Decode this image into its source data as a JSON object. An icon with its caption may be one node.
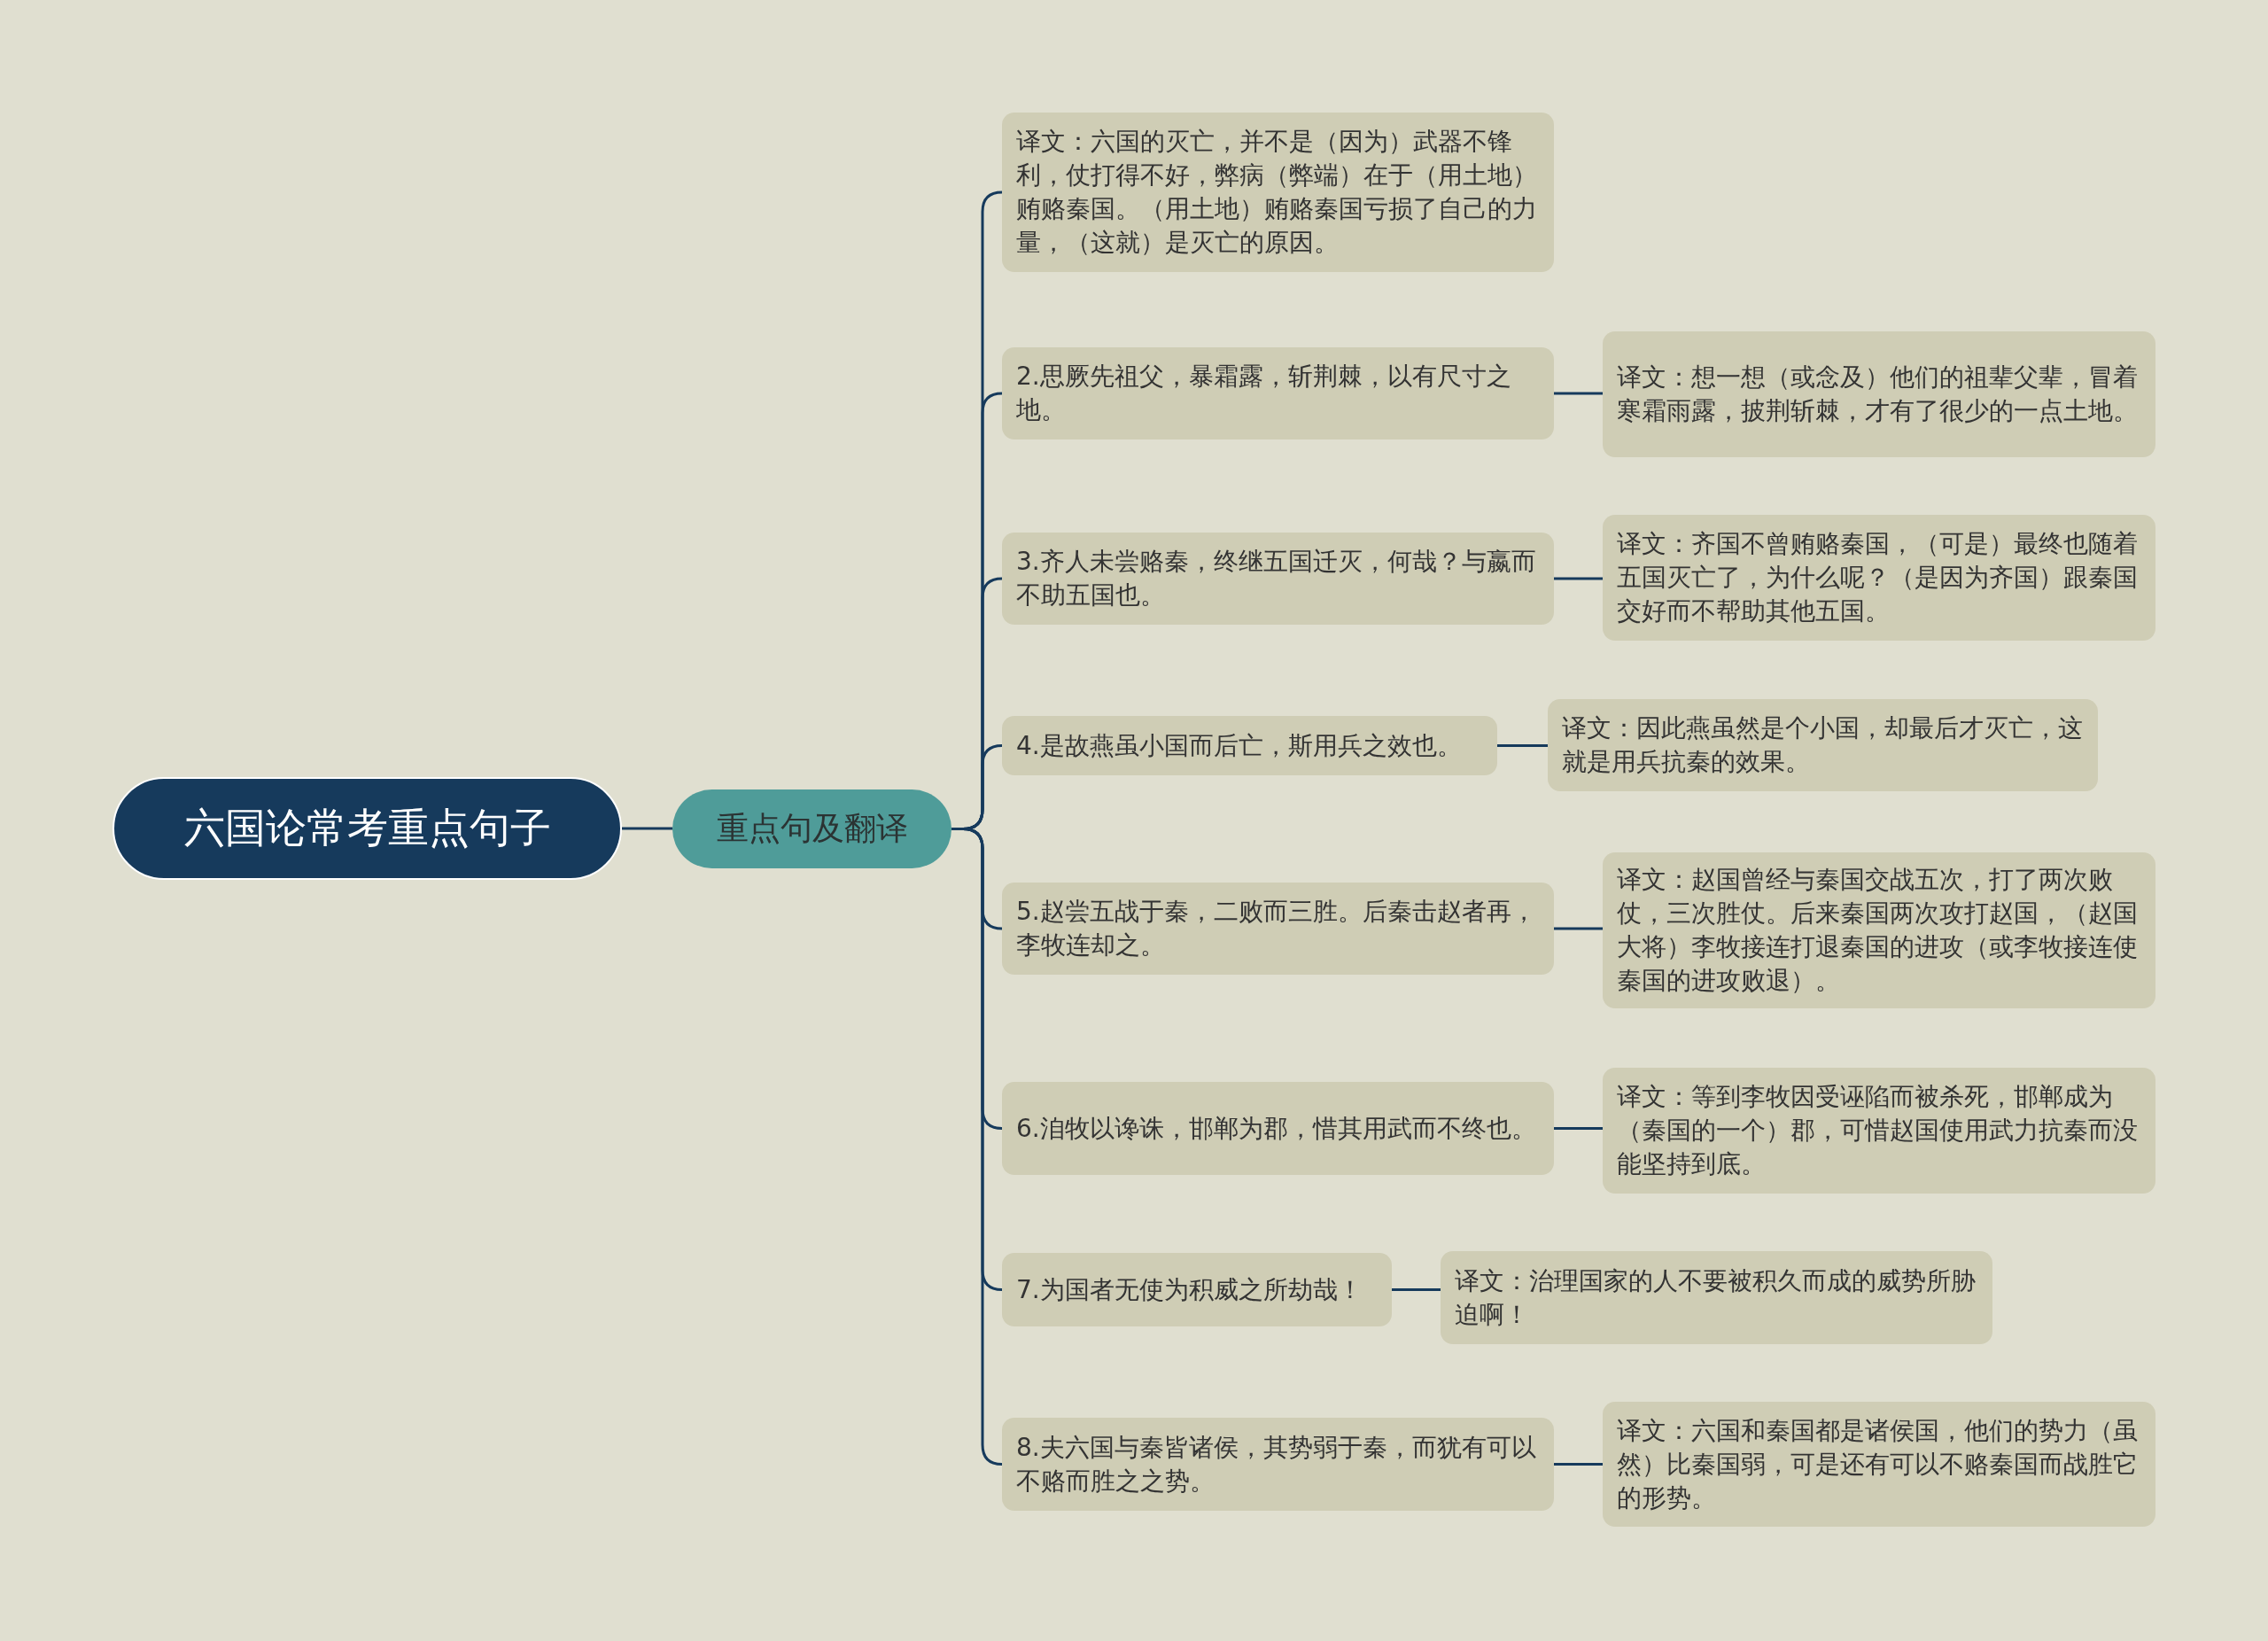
{
  "diagram": {
    "nodes": [
      {
        "text": [
          "六国论常考重点句子"
        ]
      },
      {
        "text": [
          "重点句及翻译"
        ]
      },
      {
        "text": [
          "译文：六国的灭亡，并不是（因为）武器不锋利，仗打得不好，弊病（弊端）在于（用土地）贿赂秦国。（用土地）贿赂秦国亏损了自己的力量，（这就）是灭亡的原因。"
        ]
      },
      {
        "text": [
          "2.思厥先祖父，暴霜露，斩荆棘，以有尺寸之地。"
        ]
      },
      {
        "text": [
          "译文：想一想（或念及）他们的祖辈父辈，冒着寒霜雨露，披荆斩棘，才有了很少的一点土地。"
        ]
      },
      {
        "text": [
          "3.齐人未尝赂秦，终继五国迁灭，何哉？与嬴而不助五国也。"
        ]
      },
      {
        "text": [
          "译文：齐国不曾贿赂秦国，（可是）最终也随着五国灭亡了，为什么呢？（是因为齐国）跟秦国交好而不帮助其他五国。"
        ]
      },
      {
        "text": [
          "4.是故燕虽小国而后亡，斯用兵之效也。"
        ]
      },
      {
        "text": [
          "译文：因此燕虽然是个小国，却最后才灭亡，这就是用兵抗秦的效果。"
        ]
      },
      {
        "text": [
          "5.赵尝五战于秦，二败而三胜。后秦击赵者再，李牧连却之。"
        ]
      },
      {
        "text": [
          "译文：赵国曾经与秦国交战五次，打了两次败仗，三次胜仗。后来秦国两次攻打赵国，（赵国大将）李牧接连打退秦国的进攻（或李牧接连使秦国的进攻败退）。"
        ]
      },
      {
        "text": [
          "6.洎牧以谗诛，邯郸为郡，惜其用武而不终也。"
        ]
      },
      {
        "text": [
          "译文：等到李牧因受诬陷而被杀死，邯郸成为（秦国的一个）郡，可惜赵国使用武力抗秦而没能坚持到底。"
        ]
      },
      {
        "text": [
          "7.为国者无使为积威之所劫哉！"
        ]
      },
      {
        "text": [
          "译文：治理国家的人不要被积久而成的威势所胁迫啊！"
        ]
      },
      {
        "text": [
          "8.夫六国与秦皆诸侯，其势弱于秦，而犹有可以不赂而胜之之势。"
        ]
      },
      {
        "text": [
          "译文：六国和秦国都是诸侯国，他们的势力（虽然）比秦国弱，可是还有可以不赂秦国而战胜它的形势。"
        ]
      }
    ],
    "edges": [
      {
        "from": 0,
        "to": 1,
        "arrow": "none"
      },
      {
        "from": 1,
        "to": 2,
        "arrow": "none"
      },
      {
        "from": 1,
        "to": 3,
        "arrow": "none"
      },
      {
        "from": 1,
        "to": 5,
        "arrow": "none"
      },
      {
        "from": 1,
        "to": 7,
        "arrow": "none"
      },
      {
        "from": 1,
        "to": 9,
        "arrow": "none"
      },
      {
        "from": 1,
        "to": 11,
        "arrow": "none"
      },
      {
        "from": 1,
        "to": 13,
        "arrow": "none"
      },
      {
        "from": 1,
        "to": 15,
        "arrow": "none"
      },
      {
        "from": 3,
        "to": 4,
        "arrow": "none"
      },
      {
        "from": 5,
        "to": 6,
        "arrow": "none"
      },
      {
        "from": 7,
        "to": 8,
        "arrow": "none"
      },
      {
        "from": 9,
        "to": 10,
        "arrow": "none"
      },
      {
        "from": 11,
        "to": 12,
        "arrow": "none"
      },
      {
        "from": 13,
        "to": 14,
        "arrow": "none"
      },
      {
        "from": 15,
        "to": 16,
        "arrow": "none"
      }
    ]
  }
}
